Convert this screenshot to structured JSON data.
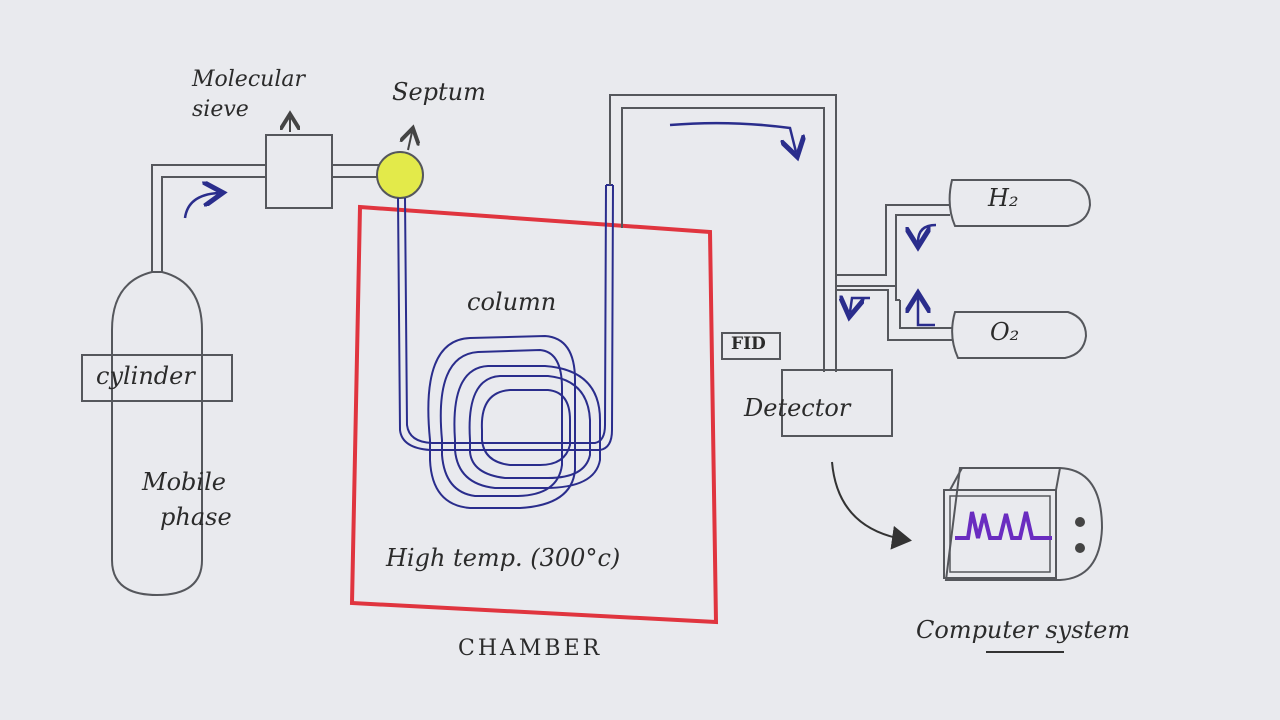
{
  "labels": {
    "molecular_sieve_line1": "Molecular",
    "molecular_sieve_line2": "sieve",
    "septum": "Septum",
    "column": "column",
    "cylinder": "cylinder",
    "mobile_phase_line1": "Mobile",
    "mobile_phase_line2": "phase",
    "high_temp": "High temp. (300°c)",
    "chamber": "CHAMBER",
    "fid": "FID",
    "detector": "Detector",
    "h2": "H₂",
    "o2": "O₂",
    "computer_system": "Computer system"
  },
  "colors": {
    "paper": "#e9eaee",
    "pencil": "#55575c",
    "ink_blue": "#2a2d8c",
    "chamber_red": "#e0353f",
    "septum_yellow": "#e3ea4a",
    "signal_purple": "#6a2cc0"
  }
}
